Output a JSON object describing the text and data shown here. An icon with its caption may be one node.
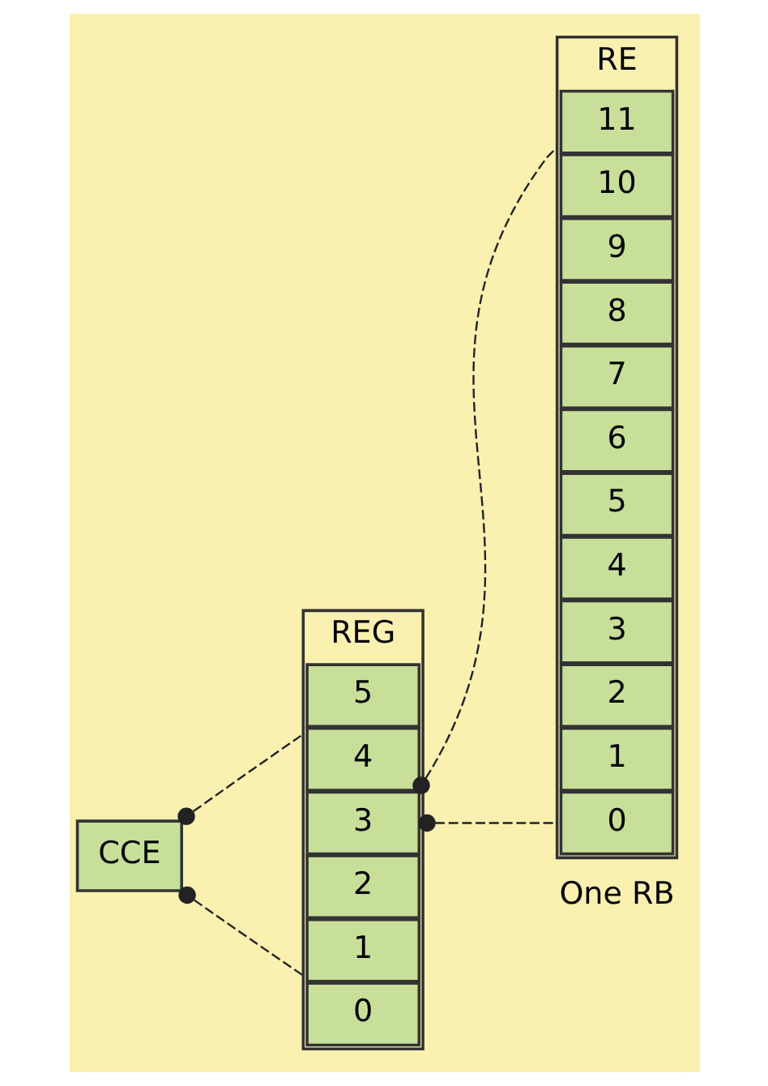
{
  "diagram": {
    "nodes": [
      {
        "text": [
          "CCE"
        ]
      },
      {
        "text": [
          "REG"
        ]
      },
      {
        "text": [
          "5"
        ],
        "in": 1
      },
      {
        "text": [
          "4"
        ],
        "in": 1
      },
      {
        "text": [
          "3"
        ],
        "in": 1
      },
      {
        "text": [
          "2"
        ],
        "in": 1
      },
      {
        "text": [
          "1"
        ],
        "in": 1
      },
      {
        "text": [
          "0"
        ],
        "in": 1
      },
      {
        "text": [
          "RE"
        ]
      },
      {
        "text": [
          "11"
        ],
        "in": 8
      },
      {
        "text": [
          "10"
        ],
        "in": 8
      },
      {
        "text": [
          "9"
        ],
        "in": 8
      },
      {
        "text": [
          "8"
        ],
        "in": 8
      },
      {
        "text": [
          "7"
        ],
        "in": 8
      },
      {
        "text": [
          "6"
        ],
        "in": 8
      },
      {
        "text": [
          "5"
        ],
        "in": 8
      },
      {
        "text": [
          "4"
        ],
        "in": 8
      },
      {
        "text": [
          "3"
        ],
        "in": 8
      },
      {
        "text": [
          "2"
        ],
        "in": 8
      },
      {
        "text": [
          "1"
        ],
        "in": 8
      },
      {
        "text": [
          "0"
        ],
        "in": 8
      }
    ],
    "edges": [
      {
        "from": 0,
        "to": 1,
        "arrow": "other",
        "style": "dashed"
      },
      {
        "from": 0,
        "to": 1,
        "arrow": "other",
        "style": "dashed"
      },
      {
        "from": 4,
        "to": 8,
        "arrow": "other",
        "style": "dashed"
      },
      {
        "from": 4,
        "to": 8,
        "arrow": "other",
        "style": "dashed"
      }
    ],
    "labels": [
      "One RB"
    ]
  }
}
